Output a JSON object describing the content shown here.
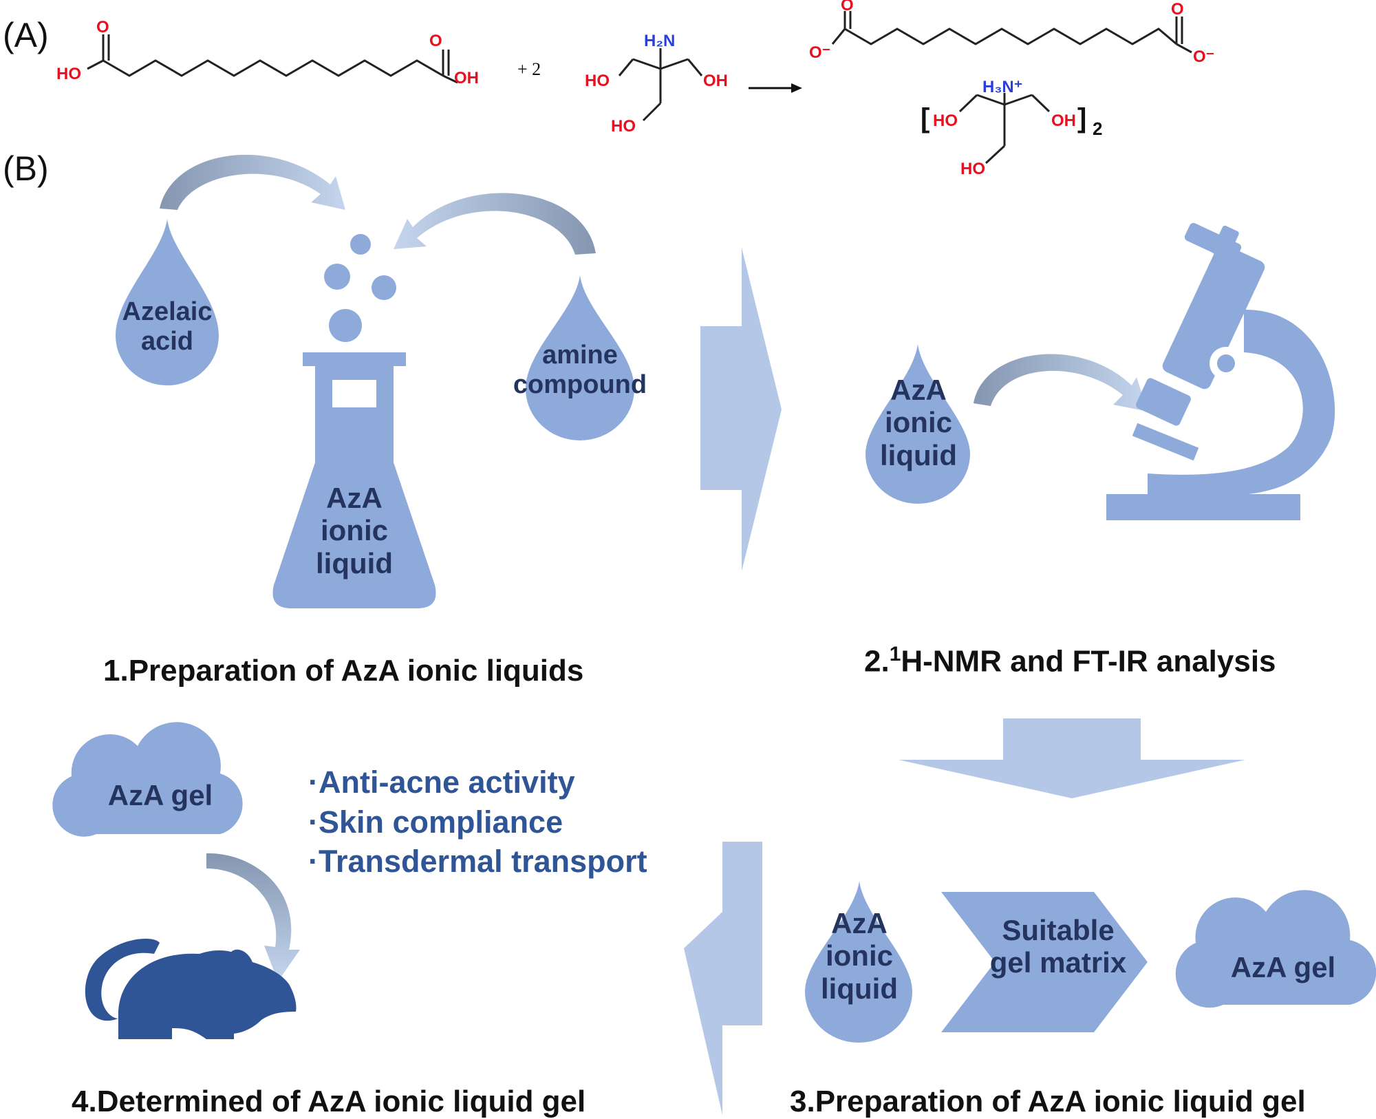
{
  "panels": {
    "a": "(A)",
    "b": "(B)"
  },
  "reaction": {
    "ho_left": "HO",
    "oh_left": "OH",
    "o_left": "O",
    "o_right": "O",
    "coefficient": "+ 2",
    "amine_nh2": "H₂N",
    "tris_ho_left": "HO",
    "tris_oh_right": "OH",
    "tris_ho_bottom": "HO",
    "product_o_top_left": "O",
    "product_o_minus_left": "O⁻",
    "product_o_top_right": "O",
    "product_o_minus_right": "O⁻",
    "bracket_open": "[",
    "bracket_close": "]",
    "subscript": "2",
    "ammonium": "H₃N⁺",
    "salt_ho_left": "HO",
    "salt_oh_right": "OH",
    "salt_ho_bottom": "HO"
  },
  "step1": {
    "drop_acid": [
      "Azelaic",
      "acid"
    ],
    "drop_amine": [
      "amine",
      "compound"
    ],
    "flask": [
      "AzA",
      "ionic",
      "liquid"
    ],
    "caption": "1.Preparation of AzA ionic liquids"
  },
  "step2": {
    "drop": [
      "AzA",
      "ionic",
      "liquid"
    ],
    "caption_prefix": "2.",
    "caption_sup": "1",
    "caption_rest": "H-NMR and FT-IR analysis"
  },
  "step3": {
    "drop": [
      "AzA",
      "ionic",
      "liquid"
    ],
    "chevron": [
      "Suitable",
      "gel matrix"
    ],
    "cloud": "AzA gel",
    "caption": "3.Preparation of AzA ionic liquid gel"
  },
  "step4": {
    "cloud": "AzA gel",
    "bullets": [
      "·Anti-acne activity",
      "·Skin compliance",
      "·Transdermal transport"
    ],
    "caption": "4.Determined of AzA ionic liquid gel"
  },
  "icons": {
    "flask": "flask-icon",
    "microscope": "microscope-icon",
    "mouse": "mouse-icon",
    "drop": "drop-icon",
    "cloud": "cloud-icon"
  },
  "colors": {
    "shape_fill": "#8eaadb",
    "arrow_light": "#b4c7e7",
    "mouse": "#2f5597",
    "label_dark": "#24345e",
    "bullet_text": "#2f5597",
    "heteroatom_red": "#e8101e",
    "nitrogen_blue": "#2a3fd9"
  }
}
